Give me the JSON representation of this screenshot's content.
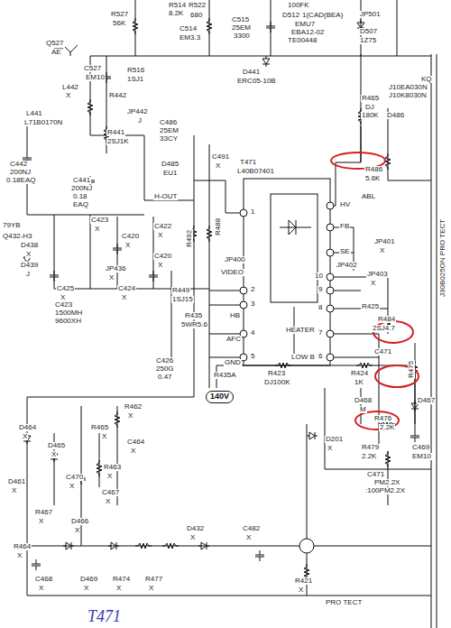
{
  "diagram": {
    "nodes": [
      {
        "text": [
          "140V"
        ]
      }
    ],
    "labels": [
      "R514",
      "8.2K",
      "R522",
      "680",
      "C515",
      "25EM",
      "3300",
      "100FK",
      "D512",
      "1(CAD(BEA)",
      "EMU7",
      "EBA12-02",
      "TE00448",
      "JP501",
      "D507",
      "1Z75",
      "R527",
      "56K",
      "C514",
      "EM3.3",
      "Q527",
      "AE",
      "C527",
      "EM10",
      "R516",
      "1SJ1",
      "D441",
      "ERC05-10B",
      "KQ",
      "J10EA030N",
      "J10K8030N",
      "L442",
      "X",
      "R442",
      "JP442",
      "J",
      "R441",
      "2SJ1K",
      "L441",
      "L71B0170N",
      "C486",
      "25EM",
      "33CY",
      "R465",
      "DJ",
      "180K",
      "D486",
      "R486",
      "5.6K",
      "C491",
      "X",
      "T471",
      "L40B07401",
      "D485",
      "EU1",
      "C442",
      "200NJ",
      "0.18EAQ",
      "C441",
      "200NJ",
      "0.18",
      "EAQ",
      "H-OUT",
      "HV",
      "FB",
      "SE",
      "ABL",
      "JP401",
      "X",
      "JP402",
      "JP403",
      "X",
      "R425",
      "R484",
      "2SJ4.7",
      "C471",
      "R475",
      "D467",
      "D468",
      "M",
      "R476",
      "2.2K",
      "R479",
      "2.2K",
      "C469",
      "EM10",
      "D201",
      "X",
      "C471",
      "PM2.2X",
      ":100PM2.2X",
      "79YB",
      "Q432-H3",
      "D438",
      "X",
      "D439",
      "J",
      "C423",
      "X",
      "C420",
      "X",
      "C422",
      "X",
      "JP436",
      "X",
      "C420",
      "X",
      "C425",
      "X",
      "C424",
      "X",
      "C423",
      "1500MH",
      "9600XH",
      "R492",
      "R488",
      "JP400",
      "VIDEO",
      "HB",
      "AFC",
      "GND",
      "LOW B",
      "HEATER",
      "R449",
      "1SJ15",
      "R435",
      "5WR5.6",
      "C426",
      "250G",
      "0.47",
      "R435A",
      "R423",
      "DJ100K",
      "R424",
      "1K",
      "R462",
      "X",
      "R465",
      "X",
      "C464",
      "X",
      "R463",
      "X",
      "D464",
      "X",
      "D465",
      "X",
      "D461",
      "X",
      "C470",
      "X",
      "C467",
      "X",
      "R467",
      "X",
      "D466",
      "X",
      "R464",
      "X",
      "C468",
      "X",
      "D469",
      "X",
      "R474",
      "X",
      "R477",
      "X",
      "D432",
      "X",
      "C482",
      "X",
      "R421",
      "X",
      "PRO TECT",
      "J30B025ON PRO TECT",
      "T471",
      "1",
      "2",
      "3",
      "4",
      "5",
      "6",
      "7",
      "8",
      "9",
      "10"
    ]
  }
}
